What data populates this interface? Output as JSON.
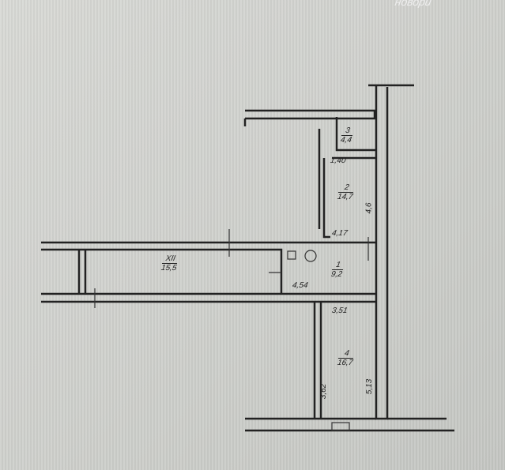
{
  "header_text": "новори",
  "rooms": [
    {
      "number": "3",
      "area": "4,4"
    },
    {
      "number": "2",
      "area": "14,7"
    },
    {
      "number": "XII",
      "area": "15,5"
    },
    {
      "number": "1",
      "area": "9,2"
    },
    {
      "number": "4",
      "area": "16,7"
    }
  ],
  "dimensions": {
    "d1": "1,40",
    "d2": "4,6",
    "d3": "4,17",
    "d4": "4,54",
    "d5": "3,51",
    "d6": "5,13",
    "d7": "3,62"
  }
}
